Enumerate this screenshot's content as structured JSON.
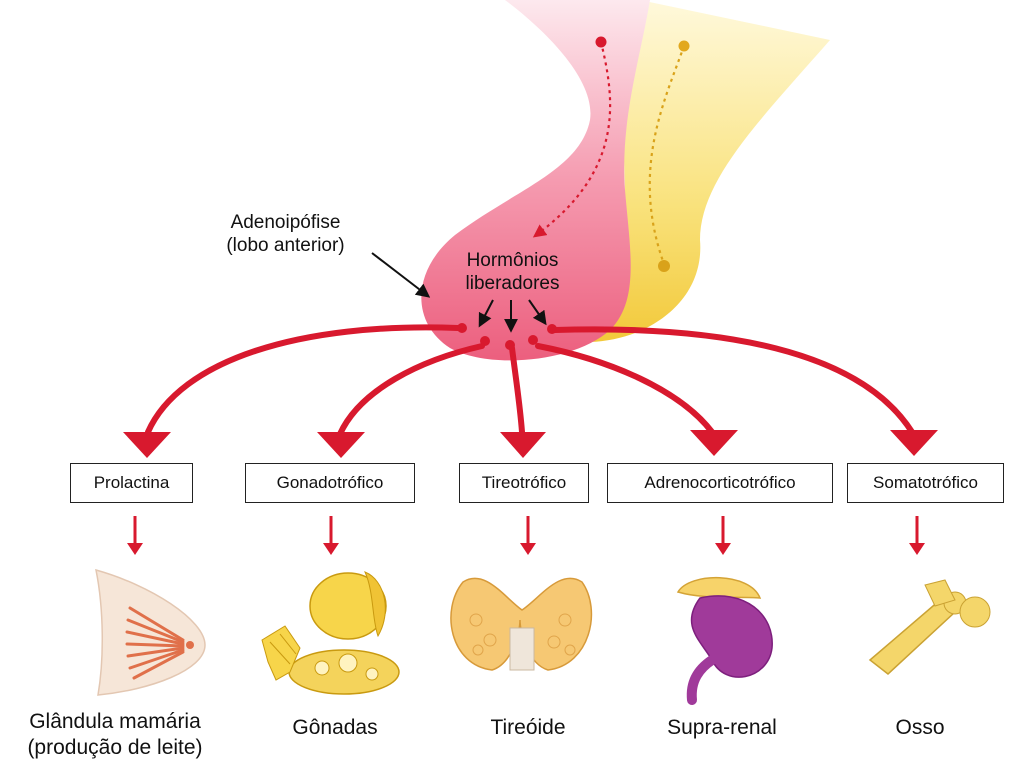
{
  "annotations": {
    "adenohypophysis_line1": "Adenoipófise",
    "adenohypophysis_line2": "(lobo anterior)",
    "releasing_line1": "Hormônios",
    "releasing_line2": "liberadores"
  },
  "hormones": [
    {
      "label": "Prolactina"
    },
    {
      "label": "Gonadotrófico"
    },
    {
      "label": "Tireotrófico"
    },
    {
      "label": "Adrenocorticotrófico"
    },
    {
      "label": "Somatotrófico"
    }
  ],
  "targets": [
    {
      "line1": "Glândula mamária",
      "line2": "(produção de leite)",
      "icon": "mammary-gland-icon"
    },
    {
      "line1": "Gônadas",
      "icon": "gonads-icon"
    },
    {
      "line1": "Tireóide",
      "icon": "thyroid-icon"
    },
    {
      "line1": "Supra-renal",
      "icon": "adrenal-kidney-icon"
    },
    {
      "line1": "Osso",
      "icon": "bone-icon"
    }
  ],
  "colors": {
    "anterior_lobe": "#f06a86",
    "posterior_lobe": "#f7d64a",
    "arrow_red": "#d8192e"
  }
}
